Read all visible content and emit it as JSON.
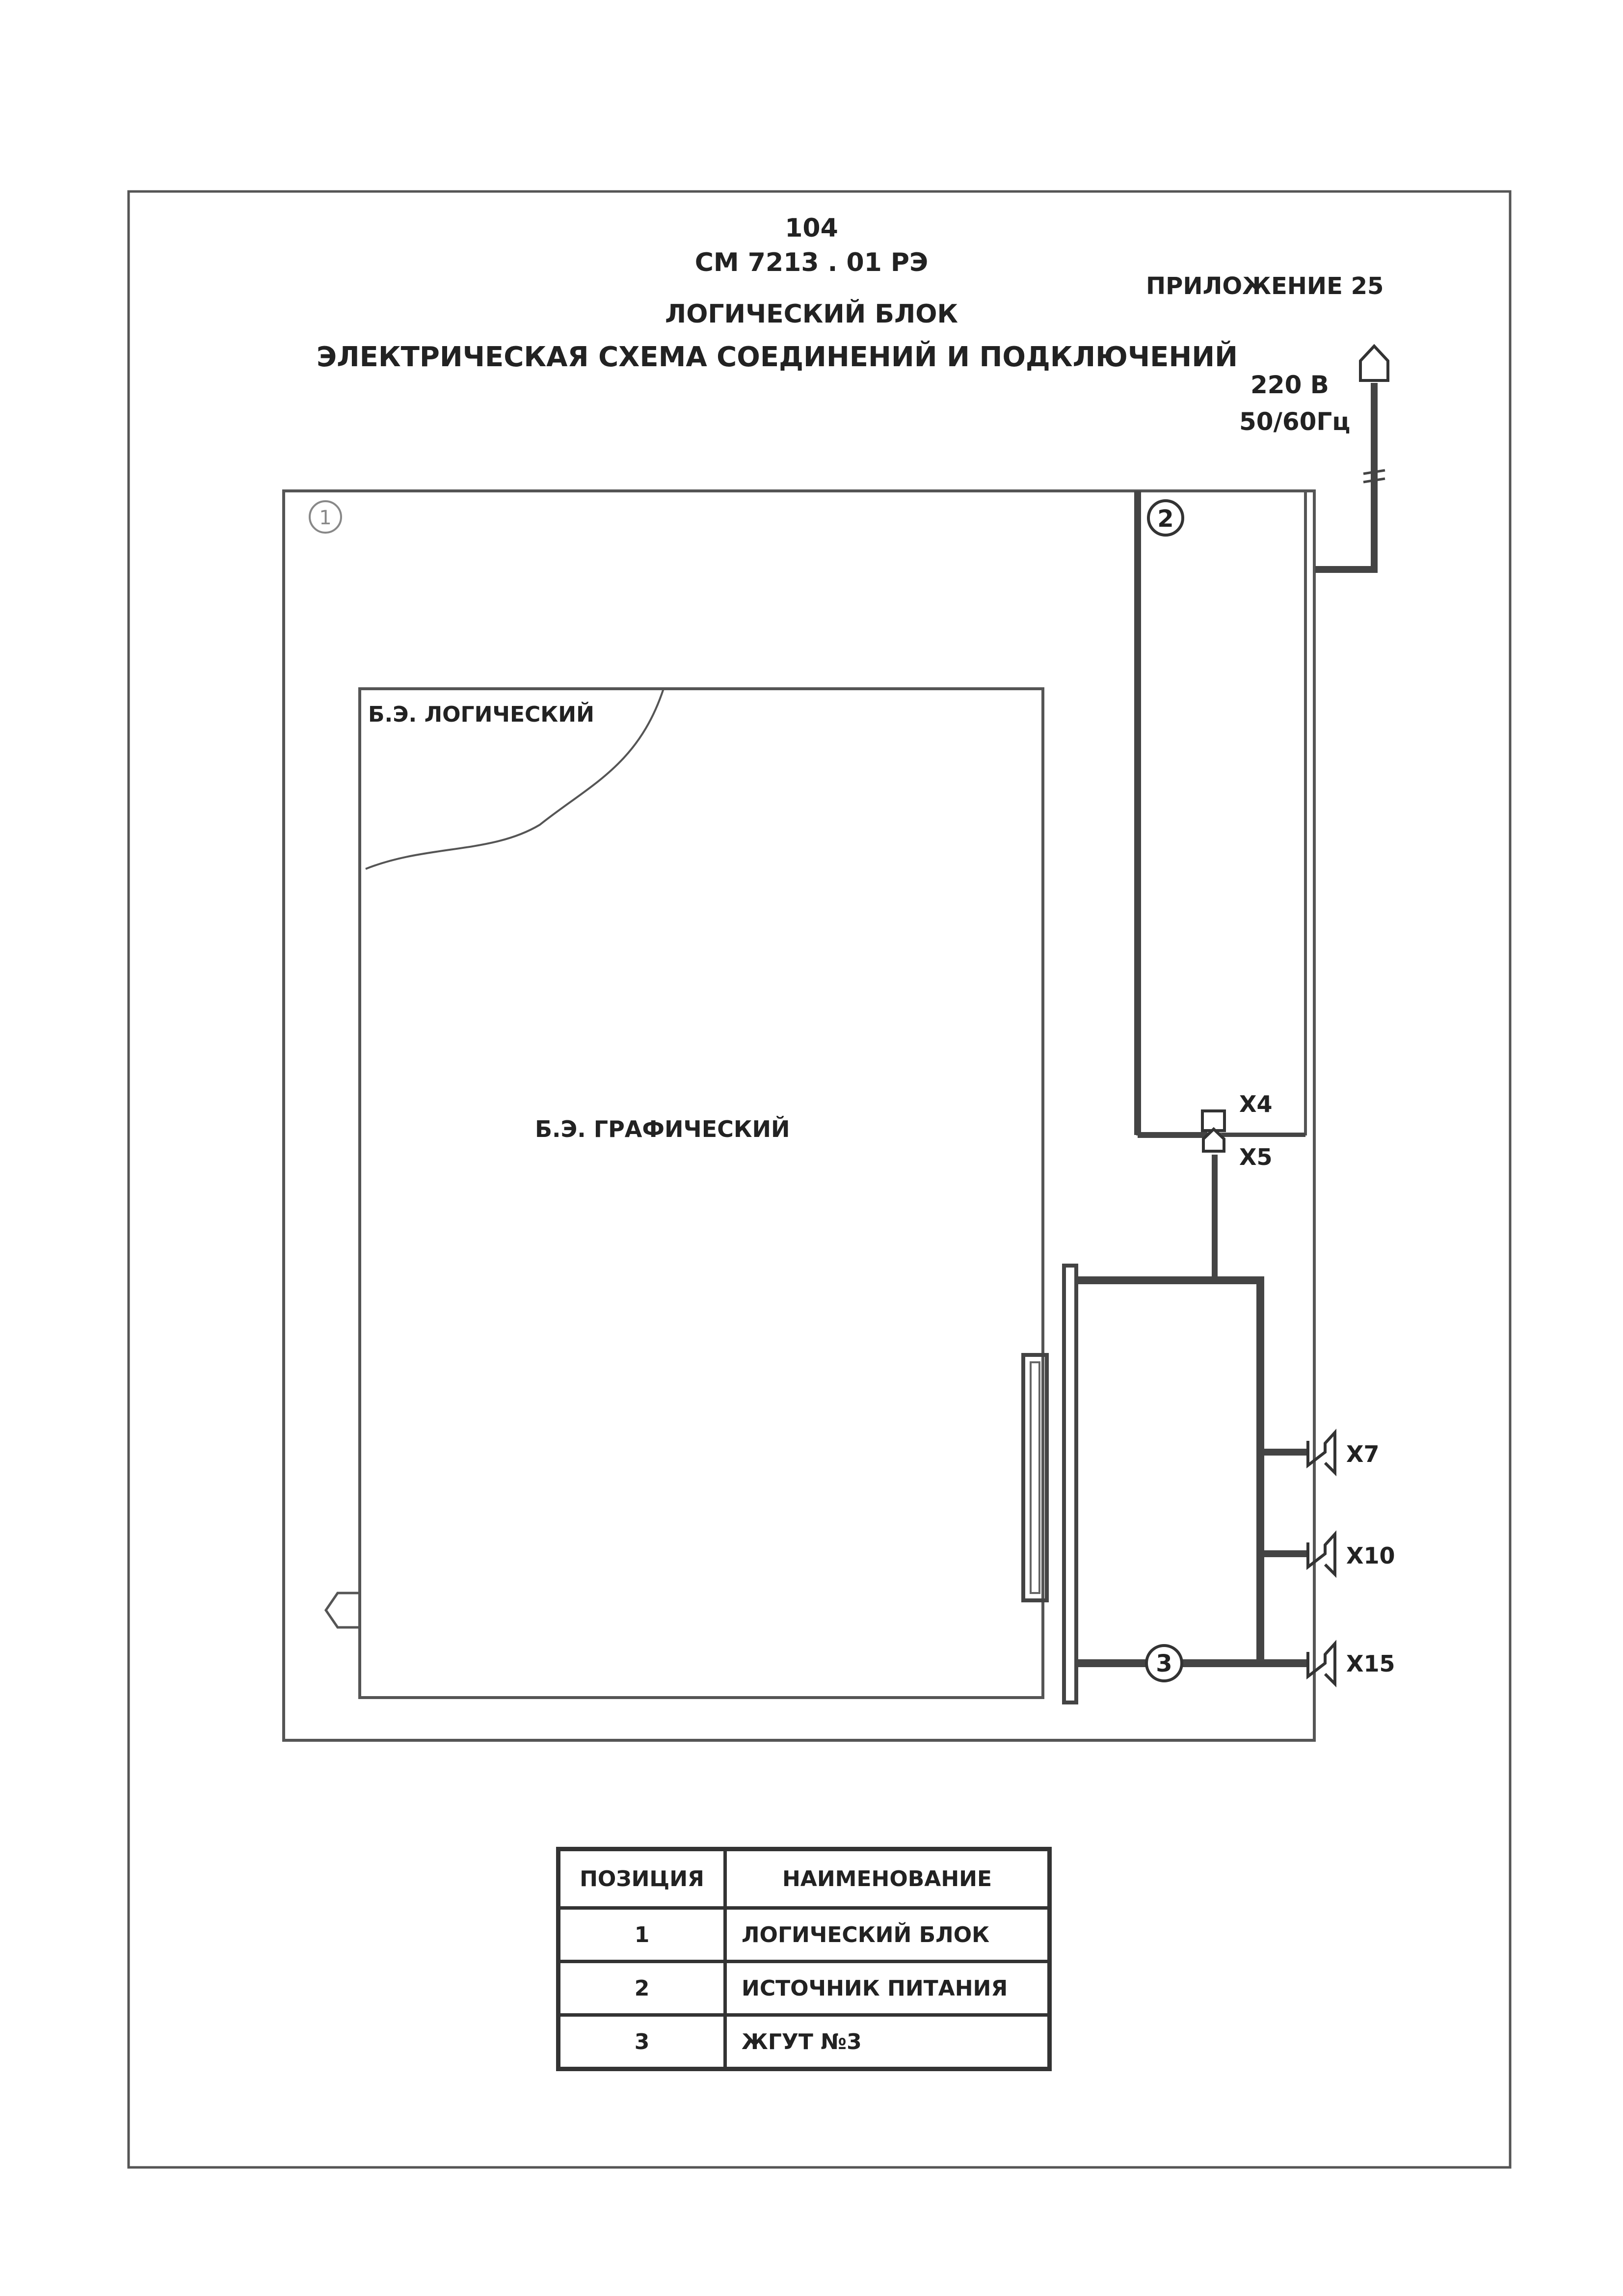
{
  "header": {
    "page_number": "104",
    "doc_code": "СМ 7213 . 01 РЭ",
    "appendix": "ПРИЛОЖЕНИЕ 25",
    "title": "ЛОГИЧЕСКИЙ БЛОК",
    "subtitle": "ЭЛЕКТРИЧЕСКАЯ СХЕМА СОЕДИНЕНИЙ И ПОДКЛЮЧЕНИЙ"
  },
  "diagram": {
    "power_voltage": "220 В",
    "power_frequency": "50/60Гц",
    "marker_1": "1",
    "marker_2": "2",
    "marker_3": "3",
    "block_logic_label": "Б.Э. ЛОГИЧЕСКИЙ",
    "block_graphic_label": "Б.Э. ГРАФИЧЕСКИЙ",
    "connectors": {
      "x4": "Х4",
      "x5": "Х5",
      "x7": "Х7",
      "x10": "Х10",
      "x15": "Х15"
    }
  },
  "legend": {
    "headers": [
      "ПОЗИЦИЯ",
      "НАИМЕНОВАНИЕ"
    ],
    "rows": [
      {
        "pos": "1",
        "name": "ЛОГИЧЕСКИЙ БЛОК"
      },
      {
        "pos": "2",
        "name": "ИСТОЧНИК ПИТАНИЯ"
      },
      {
        "pos": "3",
        "name": "ЖГУТ №3"
      }
    ]
  }
}
